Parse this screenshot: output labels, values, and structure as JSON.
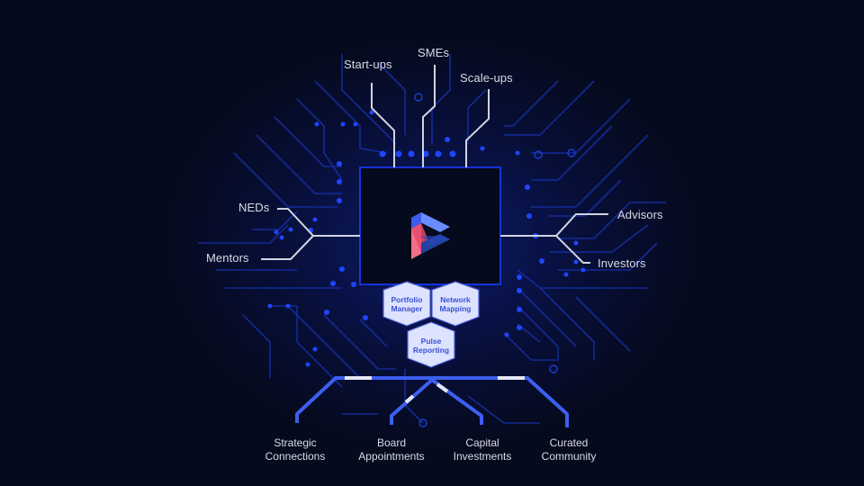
{
  "diagram": {
    "colors": {
      "background": "#050a1c",
      "trace": "#1a3cff",
      "trace_dim": "#1630a8",
      "connector": "#d0d4e0",
      "chip": "#050a1c",
      "hex_fill": "#dde2ff",
      "hex_text": "#3b52d4",
      "bottom_bus": "#3d5ff0",
      "logo_red": "#f0607a",
      "logo_blue": "#5a7cff",
      "logo_dark": "#1a3aa8"
    },
    "top_labels": [
      "Start-ups",
      "SMEs",
      "Scale-ups"
    ],
    "left_labels": [
      "NEDs",
      "Mentors"
    ],
    "right_labels": [
      "Advisors",
      "Investors"
    ],
    "modules": [
      {
        "line1": "Portfolio",
        "line2": "Manager"
      },
      {
        "line1": "Network",
        "line2": "Mapping"
      },
      {
        "line1": "Pulse",
        "line2": "Reporting"
      }
    ],
    "outcomes": [
      {
        "line1": "Strategic",
        "line2": "Connections"
      },
      {
        "line1": "Board",
        "line2": "Appointments"
      },
      {
        "line1": "Capital",
        "line2": "Investments"
      },
      {
        "line1": "Curated",
        "line2": "Community"
      }
    ],
    "center_logo": "logo-icon"
  }
}
